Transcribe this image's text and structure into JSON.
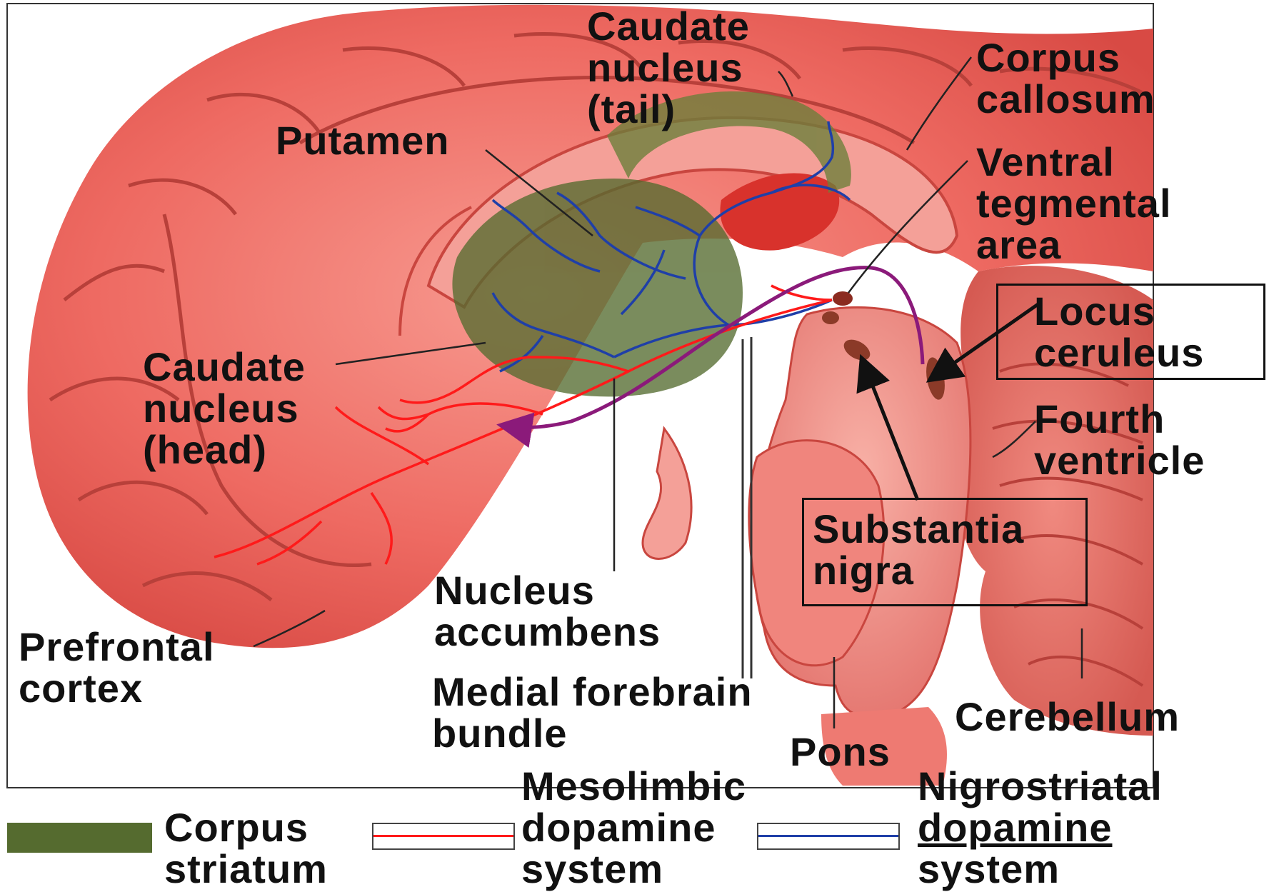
{
  "labels": {
    "caudate_tail": [
      "Caudate",
      "nucleus",
      "(tail)"
    ],
    "corpus_callosum": [
      "Corpus",
      "callosum"
    ],
    "putamen": [
      "Putamen"
    ],
    "ventral_tegmental": [
      "Ventral",
      "tegmental",
      "area"
    ],
    "locus_ceruleus": [
      "Locus",
      "ceruleus"
    ],
    "caudate_head": [
      "Caudate",
      "nucleus",
      "(head)"
    ],
    "fourth_ventricle": [
      "Fourth",
      "ventricle"
    ],
    "substantia_nigra": [
      "Substantia",
      "nigra"
    ],
    "nucleus_accumbens": [
      "Nucleus",
      "accumbens"
    ],
    "prefrontal_cortex": [
      "Prefrontal",
      "cortex"
    ],
    "medial_forebrain": [
      "Medial forebrain",
      "bundle"
    ],
    "cerebellum": [
      "Cerebellum"
    ],
    "pons": [
      "Pons"
    ]
  },
  "legend": {
    "striatum": [
      "Corpus",
      "striatum"
    ],
    "mesolimbic": [
      "Mesolimbic",
      "dopamine",
      "system"
    ],
    "nigrostriatal": [
      "Nigrostriatal",
      "dopamine",
      "system"
    ]
  },
  "colors": {
    "brain": "#ef6f66",
    "brain_dark": "#c9463f",
    "striatum": "#556b2f",
    "mesolimbic": "#ff1a1a",
    "nigrostriatal": "#1f3fa8",
    "arrow_purple": "#8b1a7a"
  }
}
